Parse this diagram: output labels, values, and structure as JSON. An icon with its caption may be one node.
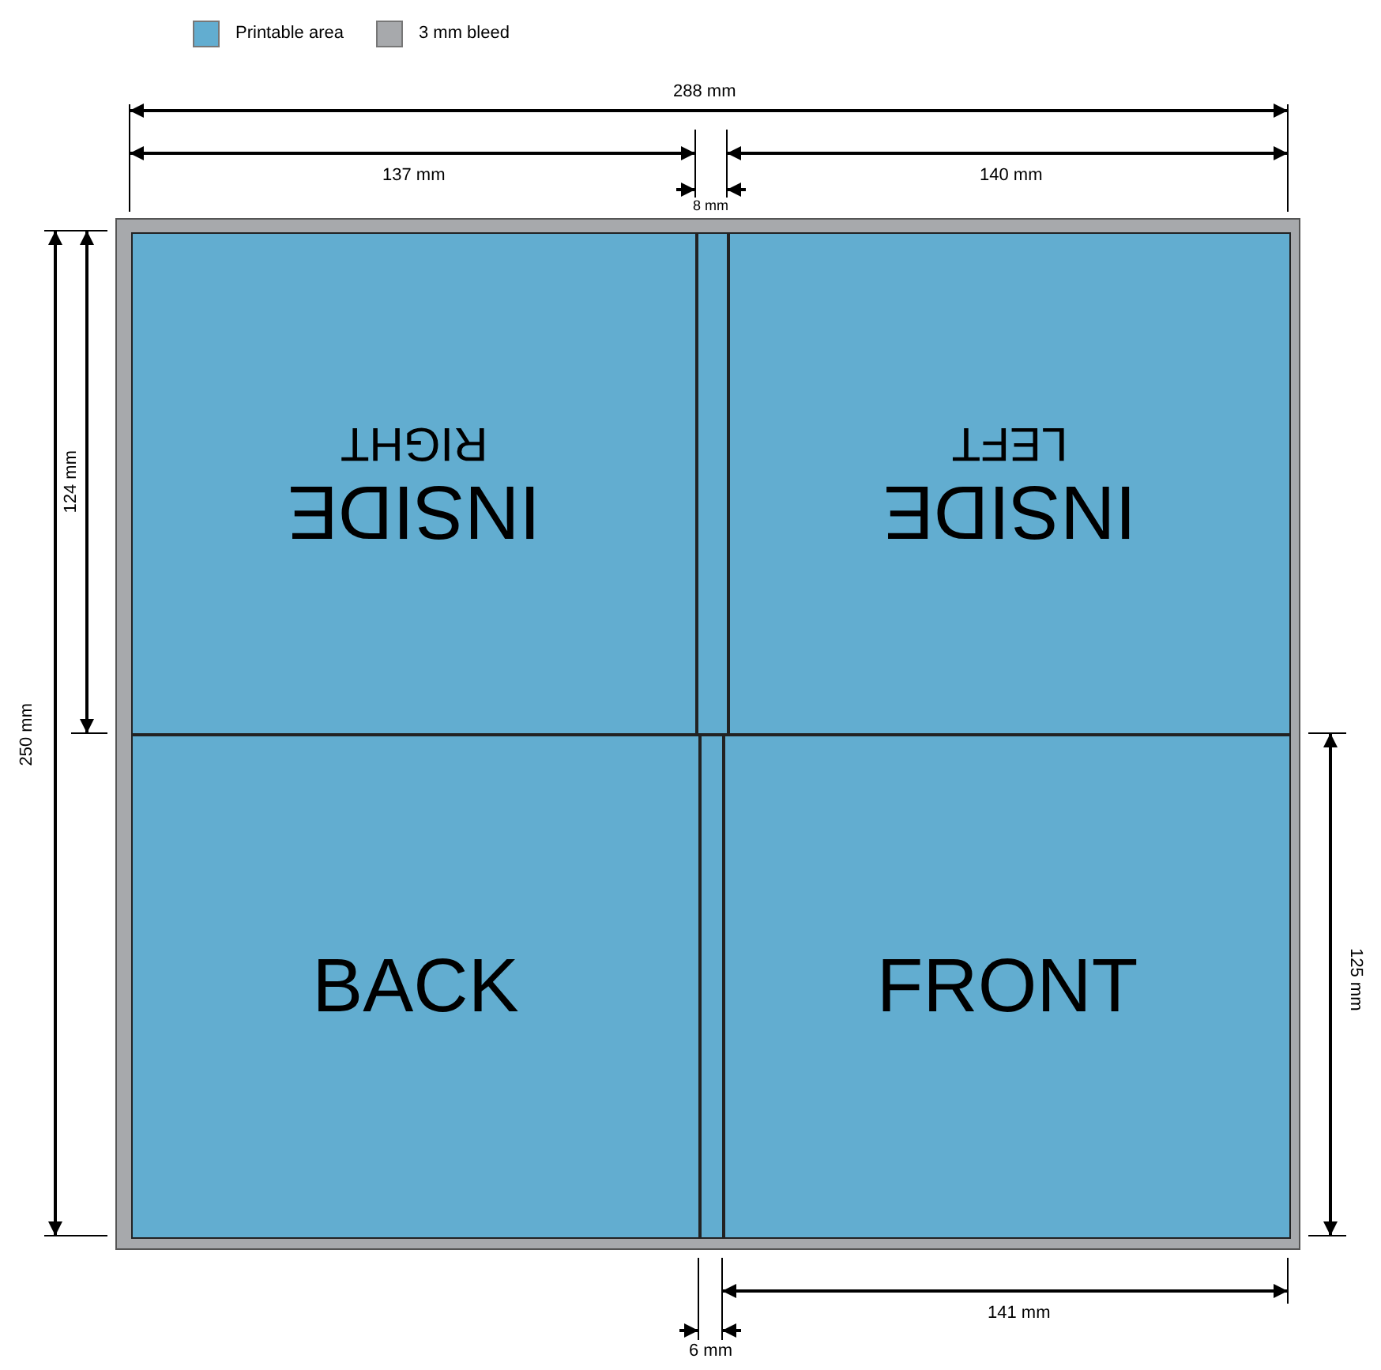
{
  "diagram": {
    "nodes": [
      {
        "text": [],
        "shape": "box"
      },
      {
        "text": [
          "INSIDE",
          "RIGHT"
        ],
        "in": 0
      },
      {
        "text": [],
        "shape": "bar",
        "in": 0
      },
      {
        "text": [
          "INSIDE",
          "LEFT"
        ],
        "in": 0
      },
      {
        "text": [
          "BACK"
        ],
        "in": 0
      },
      {
        "text": [],
        "shape": "bar",
        "in": 0
      },
      {
        "text": [
          "FRONT"
        ],
        "in": 0
      }
    ],
    "labels": [
      "288 mm",
      "137 mm",
      "140 mm",
      "8 mm",
      "124 mm",
      "250 mm",
      "125 mm",
      "6 mm",
      "141 mm"
    ],
    "legend": [
      {
        "text": "Printable area",
        "color": "#62add0"
      },
      {
        "text": "3 mm bleed",
        "color": "#a7a9ac"
      }
    ]
  }
}
